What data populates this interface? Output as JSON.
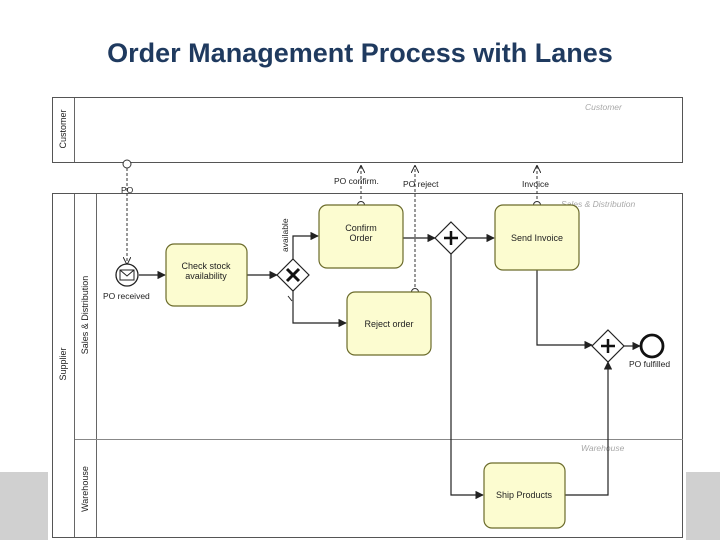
{
  "slide": {
    "title": "Order Management Process with Lanes"
  },
  "pools": {
    "customer": {
      "label": "Customer",
      "lane_ghost": "Customer"
    },
    "supplier": {
      "label": "Supplier",
      "lanes": [
        {
          "label": "Sales & Distribution",
          "ghost": "Sales & Distribution"
        },
        {
          "label": "Warehouse",
          "ghost": "Warehouse"
        }
      ]
    }
  },
  "tasks": {
    "check_stock": "Check stock\navailability",
    "confirm_order": "Confirm\nOrder",
    "reject_order": "Reject order",
    "send_invoice": "Send Invoice",
    "ship_products": "Ship Products"
  },
  "events": {
    "start": "PO received",
    "end": "PO fulfilled"
  },
  "messages": {
    "po": "PO",
    "po_confirm": "PO confirm.",
    "po_reject": "PO reject",
    "invoice": "Invoice"
  },
  "flow_labels": {
    "available": "available"
  },
  "colors": {
    "task_fill": "#fcfcd0",
    "task_stroke": "#6b6b2a",
    "title": "#1f3a5f"
  }
}
